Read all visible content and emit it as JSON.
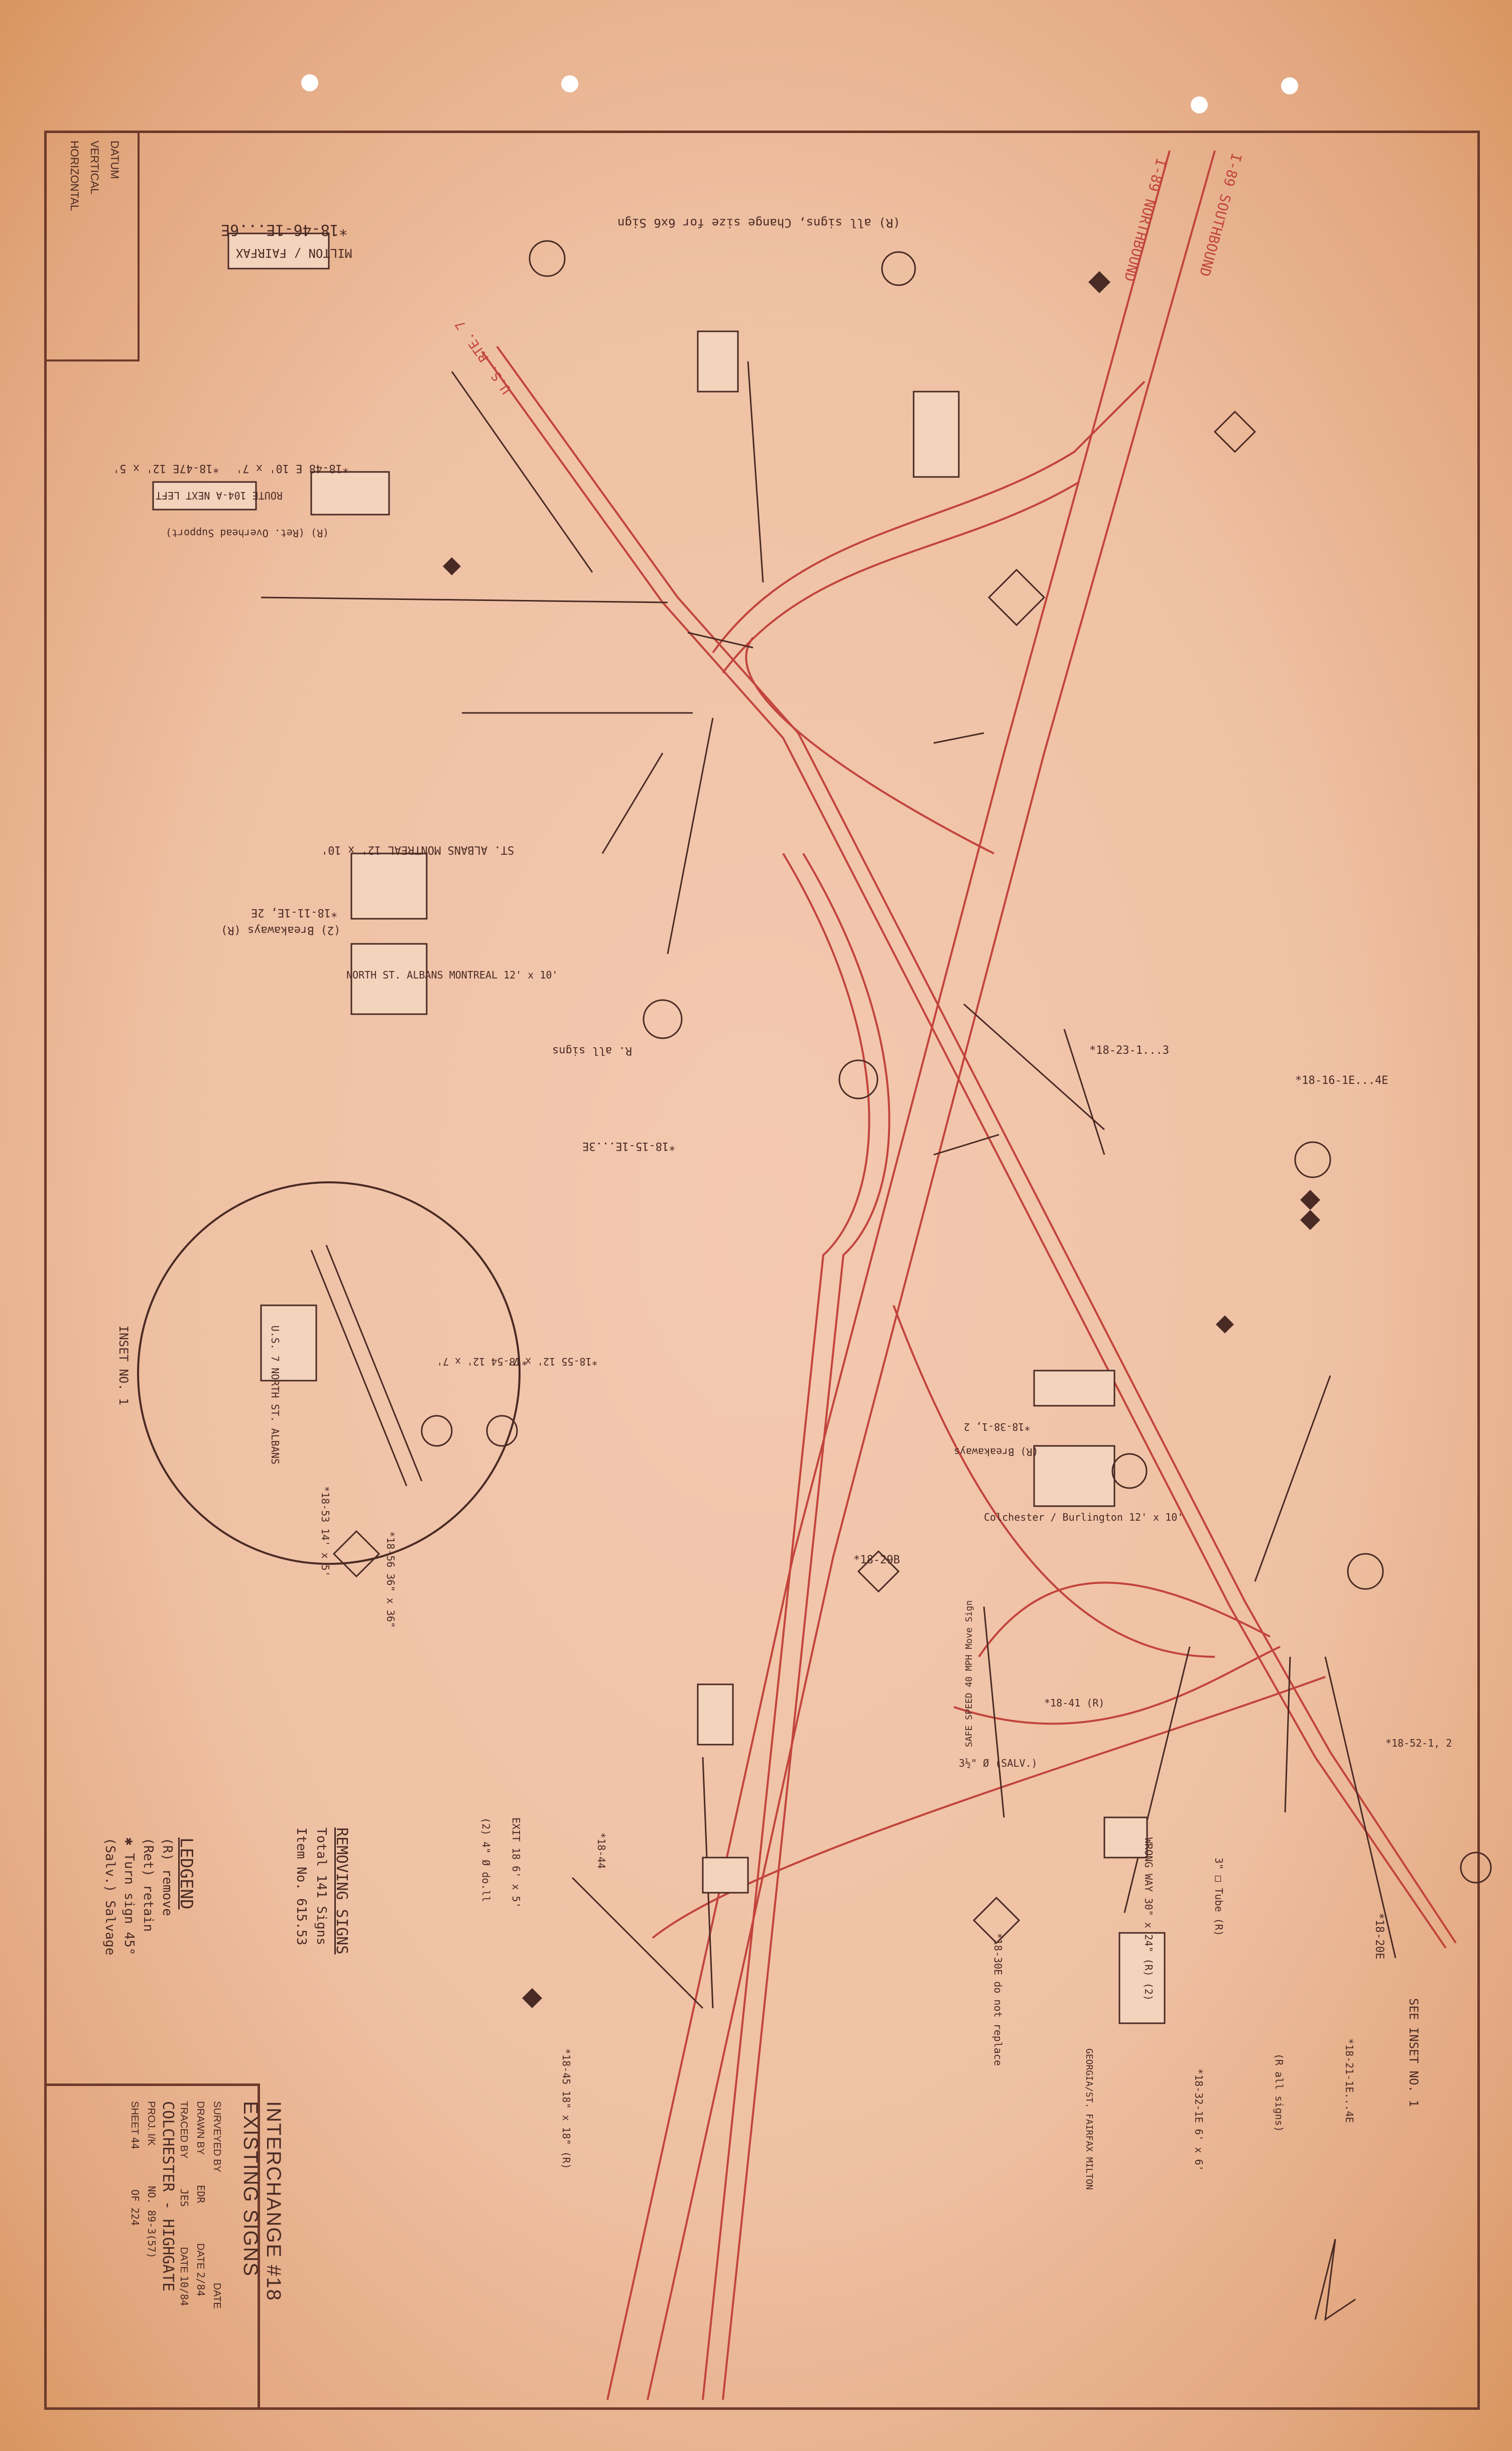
{
  "datum": {
    "label": "DATUM",
    "vertical": "VERTICAL",
    "horizontal": "HORIZONTAL"
  },
  "title": {
    "line1": "INTERCHANGE #18",
    "line2": "EXISTING SIGNS"
  },
  "titleblock": {
    "surveyed_by": "SURVEYED BY",
    "drawn_by": "DRAWN BY",
    "drawn_by_value": "EDR",
    "traced_by": "TRACED BY",
    "traced_by_value": "JES",
    "date": "DATE",
    "date_drawn": "2/84",
    "date_traced": "10/84",
    "project_name": "COLCHESTER - HIGHGATE",
    "proj_label": "PROJ. I/K",
    "proj_no": "NO. 89-3(57)",
    "sheet_label": "SHEET",
    "sheet_no": "44",
    "sheet_of": "OF 224"
  },
  "legend": {
    "heading": "LEDGEND",
    "items": [
      "(R) remove",
      "(Ret) retain",
      "✱ Turn sign 45°",
      "(Salv.) Salvage"
    ]
  },
  "removing": {
    "heading": "REMOVING SIGNS",
    "total": "Total  141  Signs",
    "item": "Item No. 615.53"
  },
  "inset": {
    "title": "INSET NO. 1",
    "see": "SEE INSET NO. 1"
  },
  "roads": {
    "i89n": "I-89 NORTHBOUND",
    "i89s": "I-89 SOUTHBOUND",
    "us7": "U.S. RTE. 7"
  },
  "top_note": "(R) all signs, Change size for 6x6 Sign",
  "signs": {
    "s1": "*18-46-1E...6E",
    "s2": "MILTON / FAIRFAX",
    "s3": "ROUTE 104-A NEXT LEFT",
    "s4": "*18-47E  12' x 5'",
    "s5": "*18-48 E  10' x 7'",
    "s6": "(R) (Ret. Overhead Support)",
    "s7": "ST. ALBANS MONTREAL  12' x 10'",
    "s8": "*18-11-1E, 2E",
    "s9": "(2) Breakaways (R)",
    "s10": "NORTH  ST. ALBANS  MONTREAL  12' x 10'",
    "s11": "*18-15-1E...3E",
    "s12": "R. all signs",
    "s13": "*18-23-1...3",
    "s14": "*18-16-1E...4E",
    "s15": "Colchester / Burlington  12' x 10'",
    "s16": "*18-38-1, 2",
    "s17": "(R) Breakaways",
    "s18": "*18-29B",
    "s19": "SAFE SPEED 40 MPH  Move Sign",
    "s20": "*18-41 (R)",
    "s21": "3½\" Ø (SALV.)",
    "s22": "EXIT 18  6' x 5'",
    "s23": "*18-44",
    "s24": "(2) 4\" Ø do.ll",
    "s25": "*18-45  18\" x 18\" (R)",
    "s26": "WRONG WAY  30\" x 24\"  (R) (2)",
    "s27": "*18-32-1E  6' x 6'",
    "s28": "GEORGIA/ST. FAIRFAX MILTON",
    "s29": "*18-30E  do not replace",
    "s30": "*18-21-1E...4E",
    "s31": "3\" □ Tube (R)",
    "s32": "(R all signs)",
    "s33": "*18-20E",
    "s34": "*18-52-1, 2",
    "s35": "*18-53  14' x 5'",
    "s36": "*18-54  12' x 7'",
    "s37": "*18-55  12' x 7'",
    "s38": "U.S. 7 NORTH  ST. ALBANS",
    "s39": "*18-56  36\" x 36\""
  }
}
